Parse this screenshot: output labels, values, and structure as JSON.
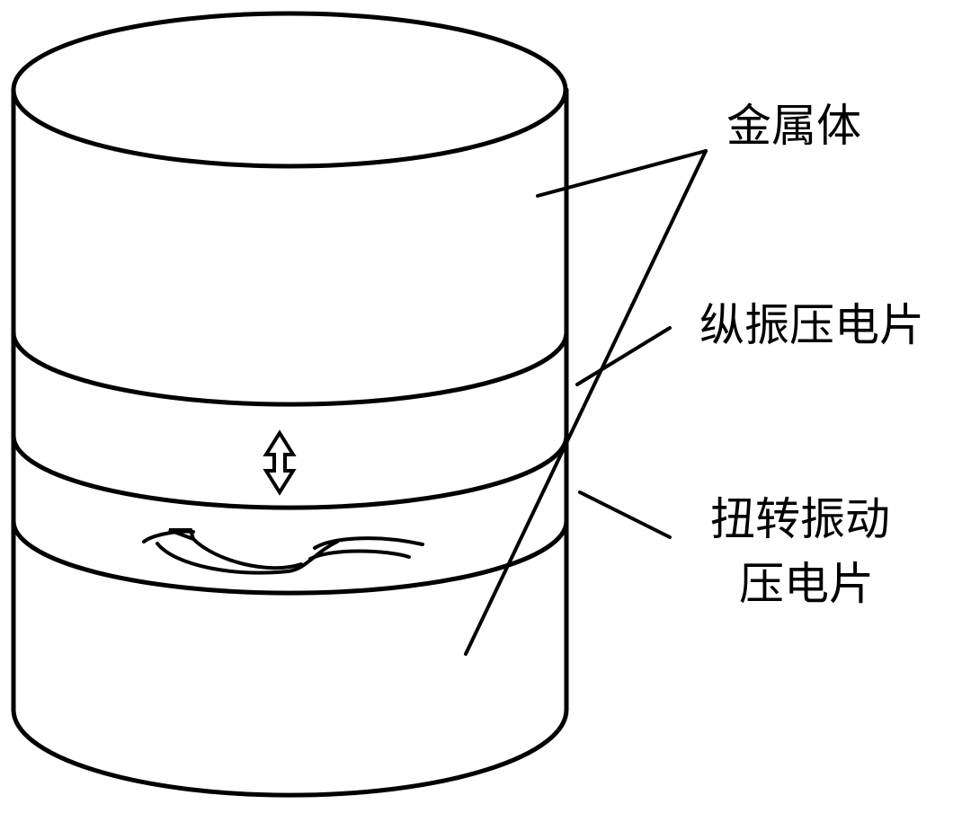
{
  "labels": {
    "metal_body": "金属体",
    "longitudinal_piezo": "纵振压电片",
    "torsional_piezo_line1": "扭转振动",
    "torsional_piezo_line2": "压电片"
  }
}
